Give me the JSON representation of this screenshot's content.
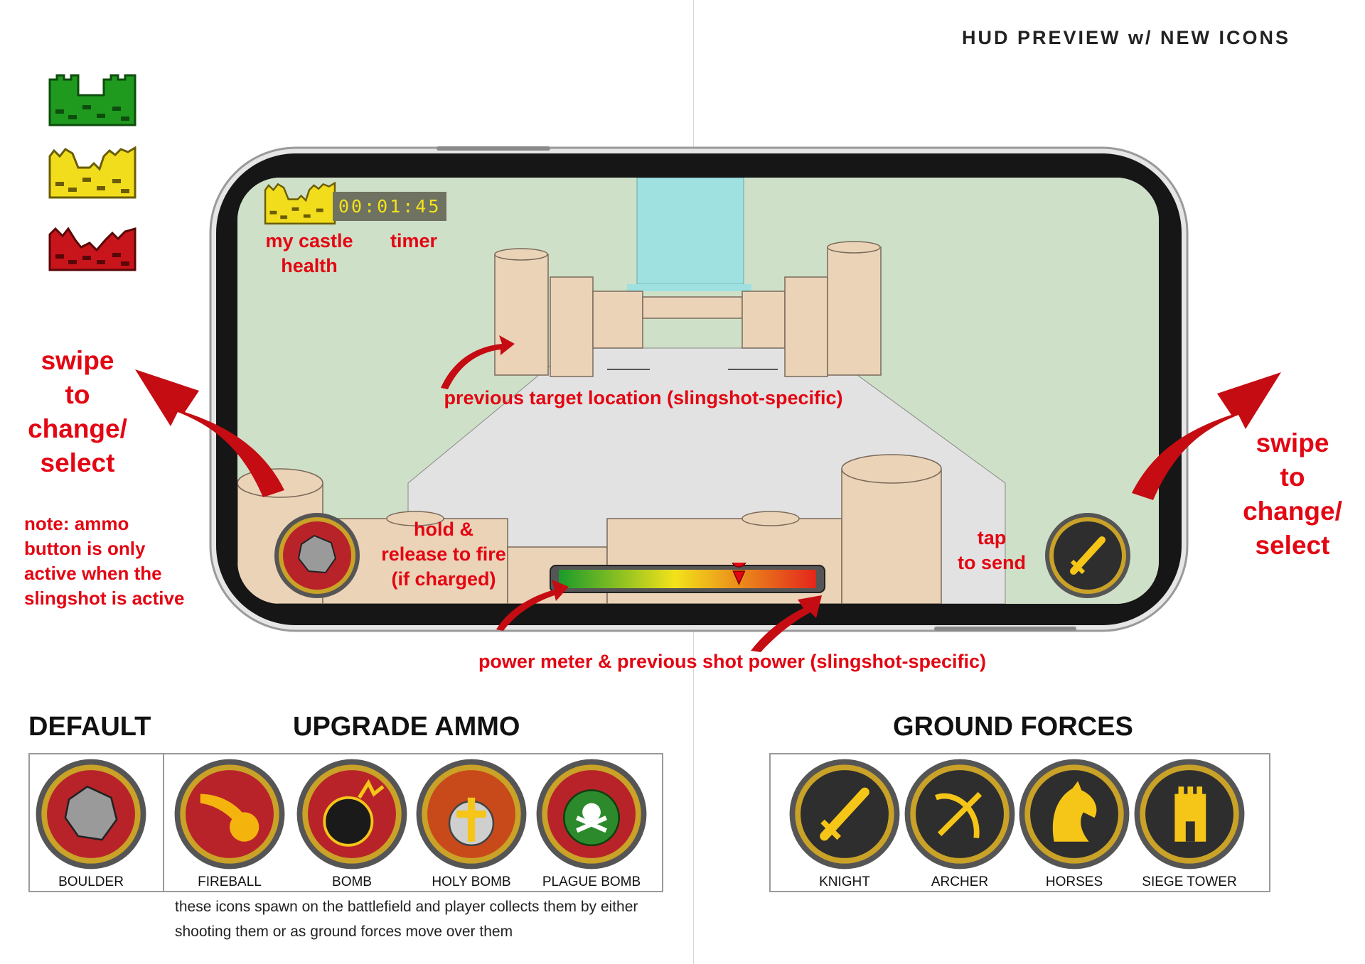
{
  "page": {
    "title": "HUD PREVIEW w/ NEW ICONS"
  },
  "castle_health_states": [
    {
      "name": "full",
      "color": "#1f9a1f"
    },
    {
      "name": "damaged",
      "color": "#f2dd1d"
    },
    {
      "name": "critical",
      "color": "#c8151b"
    }
  ],
  "hud": {
    "timer": "00:01:45",
    "timer_label": "timer",
    "castle_label_line1": "my castle",
    "castle_label_line2": "health",
    "target_label": "previous target location (slingshot-specific)",
    "fire_label_line1": "hold &",
    "fire_label_line2": "release to fire",
    "fire_label_line3": "(if charged)",
    "send_label_line1": "tap",
    "send_label_line2": "to send",
    "power_meter_label": "power meter & previous shot power (slingshot-specific)",
    "power_marker_fraction": 0.7
  },
  "left_swipe": {
    "line1": "swipe",
    "line2": "to",
    "line3": "change/",
    "line4": "select"
  },
  "right_swipe": {
    "line1": "swipe",
    "line2": "to",
    "line3": "change/",
    "line4": "select"
  },
  "note": {
    "line1": "note: ammo",
    "line2": "button is only",
    "line3": "active when the",
    "line4": "slingshot is active"
  },
  "sections": {
    "default_title": "DEFAULT",
    "upgrade_title": "UPGRADE AMMO",
    "ground_title": "GROUND FORCES"
  },
  "default_icons": [
    {
      "label": "BOULDER",
      "icon": "boulder-icon"
    }
  ],
  "upgrade_icons": [
    {
      "label": "FIREBALL",
      "icon": "fireball-icon"
    },
    {
      "label": "BOMB",
      "icon": "bomb-icon"
    },
    {
      "label": "HOLY BOMB",
      "icon": "holy-bomb-icon"
    },
    {
      "label": "PLAGUE BOMB",
      "icon": "plague-bomb-icon"
    }
  ],
  "ground_icons": [
    {
      "label": "KNIGHT",
      "icon": "sword-icon"
    },
    {
      "label": "ARCHER",
      "icon": "crossbow-icon"
    },
    {
      "label": "HORSES",
      "icon": "horse-icon"
    },
    {
      "label": "SIEGE TOWER",
      "icon": "siege-tower-icon"
    }
  ],
  "footnote": {
    "line1": "these icons spawn on the battlefield and player collects them by either",
    "line2": "shooting them or as ground forces move over them"
  },
  "colors": {
    "annotation_red": "#e30613",
    "ammo_red": "#b8232a",
    "ground_dark": "#2e2e2e",
    "gold_ring": "#c9a227"
  }
}
